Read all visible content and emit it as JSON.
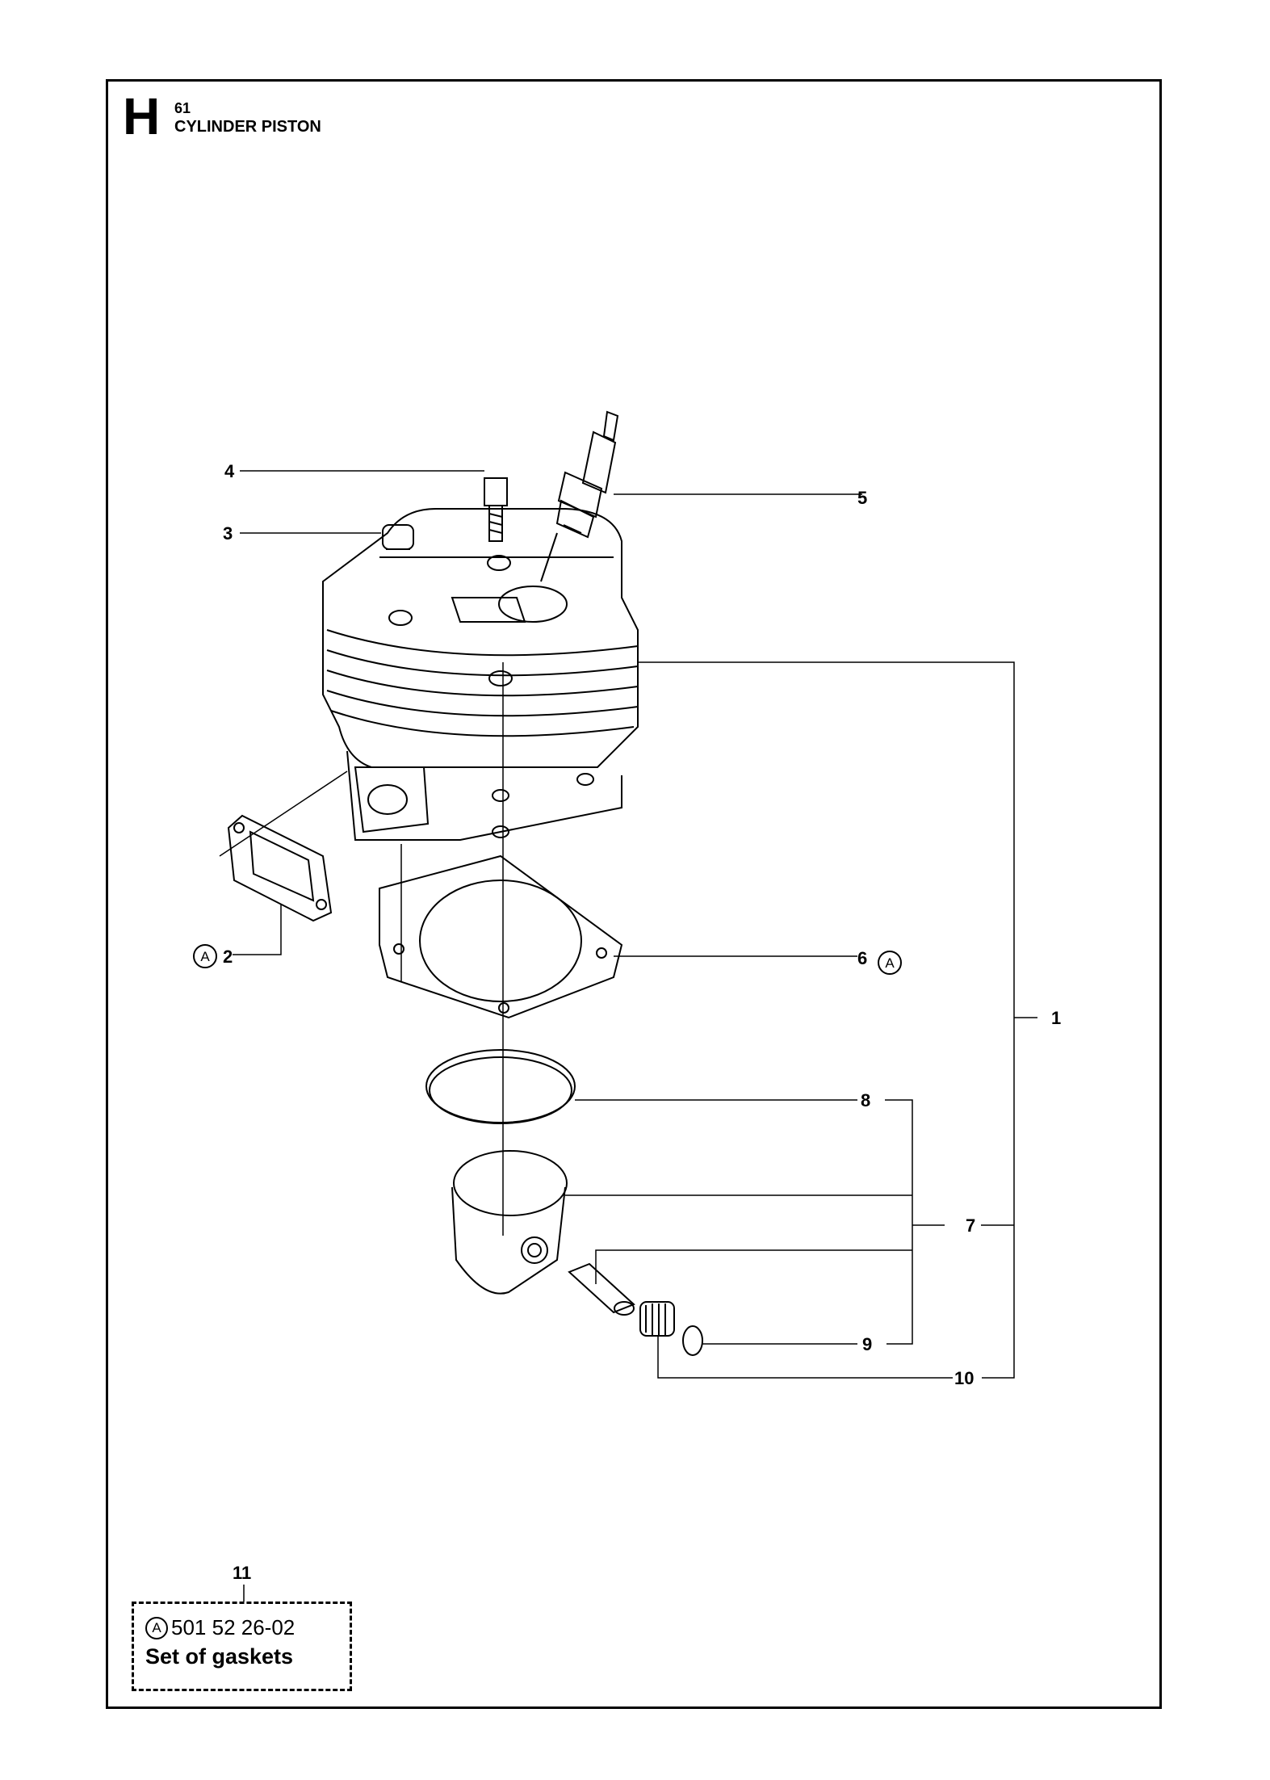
{
  "header": {
    "section_letter": "H",
    "section_number": "61",
    "section_title": "CYLINDER PISTON"
  },
  "callouts": {
    "c1": "1",
    "c2": "2",
    "c3": "3",
    "c4": "4",
    "c5": "5",
    "c6": "6",
    "c7": "7",
    "c8": "8",
    "c9": "9",
    "c10": "10",
    "c11": "11"
  },
  "kit_mark": "A",
  "gasket_kit": {
    "mark": "A",
    "part_number": "501 52 26-02",
    "name": "Set of gaskets"
  }
}
